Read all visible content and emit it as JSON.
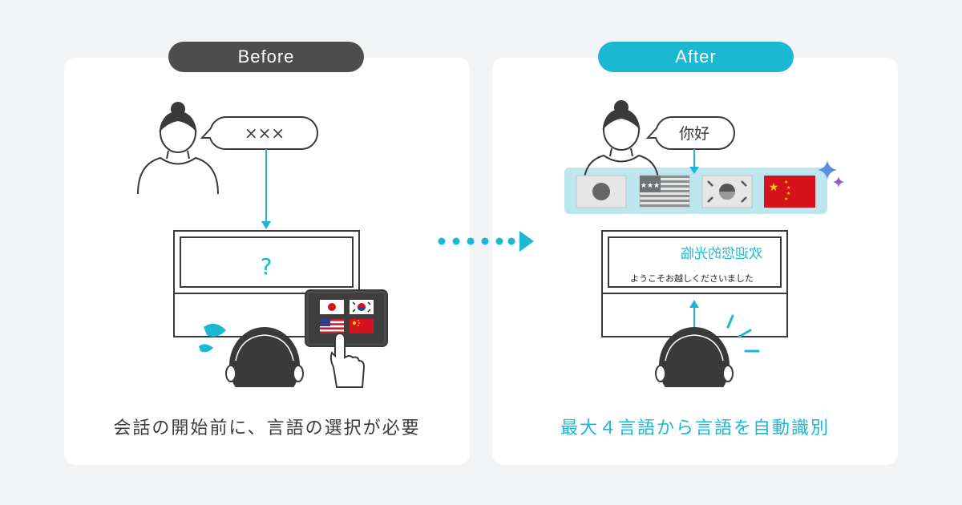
{
  "before": {
    "label": "Before",
    "speech": "×××",
    "screen_symbol": "?",
    "caption": "会話の開始前に、言語の選択が必要"
  },
  "after": {
    "label": "After",
    "speech": "你好",
    "screen_text_mirrored": "欢迎您的光临",
    "screen_text": "ようこそお越しくださいました",
    "caption": "最大４言語から言語を自動識別"
  },
  "flags": [
    "japan-flag",
    "usa-flag",
    "korea-flag",
    "china-flag"
  ],
  "colors": {
    "accent": "#1bb8d3",
    "dark": "#4d4d4d",
    "line": "#3a3a3a",
    "flag_bar": "#bde6ef",
    "sparkle_blue": "#5a8fe0",
    "sparkle_purple": "#9a5bc8"
  }
}
